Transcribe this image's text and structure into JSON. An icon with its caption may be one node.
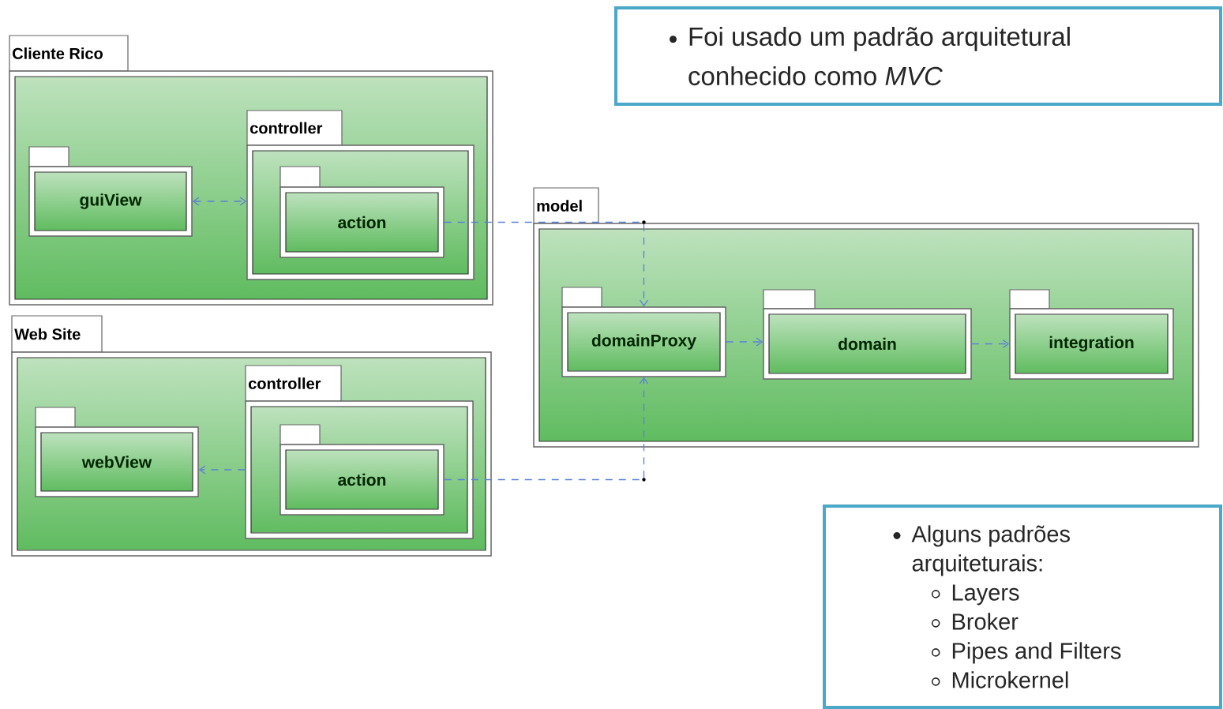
{
  "diagram": {
    "nodes": [
      {
        "text": [
          "Cliente Rico"
        ]
      },
      {
        "text": [
          "guiView"
        ],
        "in": 0
      },
      {
        "text": [
          "controller"
        ],
        "in": 0
      },
      {
        "text": [
          "action"
        ],
        "in": 2
      },
      {
        "text": [
          "Web Site"
        ]
      },
      {
        "text": [
          "webView"
        ],
        "in": 4
      },
      {
        "text": [
          "controller"
        ],
        "in": 4
      },
      {
        "text": [
          "action"
        ],
        "in": 6
      },
      {
        "text": [
          "model"
        ]
      },
      {
        "text": [
          "domainProxy"
        ],
        "in": 8
      },
      {
        "text": [
          "domain"
        ],
        "in": 8
      },
      {
        "text": [
          "integration"
        ],
        "in": 8
      },
      {
        "text": [
          "Foi usado um padrão arquitetural conhecido como *MVC*"
        ]
      },
      {
        "text": [
          "Alguns padrões arquiteturais:",
          "Layers",
          "Broker",
          "Pipes and Filters",
          "Microkernel"
        ]
      }
    ],
    "edges": [
      {
        "from": 1,
        "to": 2,
        "arrow": "both",
        "style": "dashed"
      },
      {
        "from": 3,
        "to": 9,
        "arrow": "to",
        "style": "dashed"
      },
      {
        "from": 6,
        "to": 5,
        "arrow": "to",
        "style": "dashed"
      },
      {
        "from": 7,
        "to": 9,
        "arrow": "to",
        "style": "dashed"
      },
      {
        "from": 9,
        "to": 10,
        "arrow": "to",
        "style": "dashed"
      },
      {
        "from": 10,
        "to": 11,
        "arrow": "to",
        "style": "dashed"
      }
    ]
  }
}
